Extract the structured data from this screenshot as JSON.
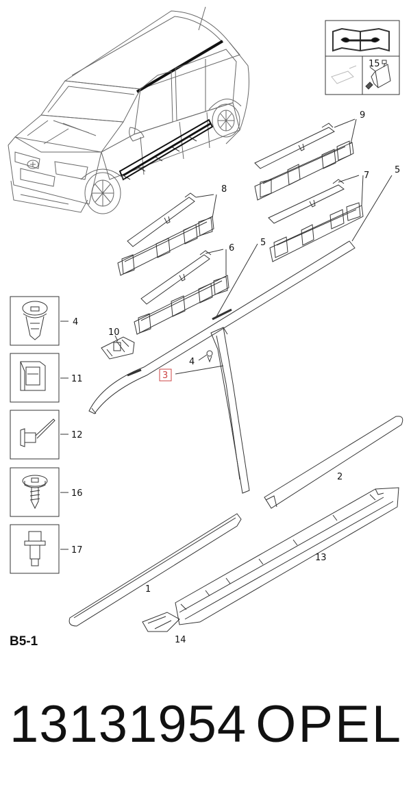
{
  "page_code": "B5-1",
  "part_number": "13131954",
  "brand": "OPEL",
  "callouts": {
    "c1": "1",
    "c2": "2",
    "c3": "3",
    "c4a": "4",
    "c4b": "4",
    "c5a": "5",
    "c5b": "5",
    "c6": "6",
    "c7": "7",
    "c8": "8",
    "c9": "9",
    "c10": "10",
    "c11": "11",
    "c12": "12",
    "c13": "13",
    "c14": "14",
    "c15": "15",
    "c16": "16",
    "c17": "17"
  },
  "highlight_color": "#cc4444"
}
